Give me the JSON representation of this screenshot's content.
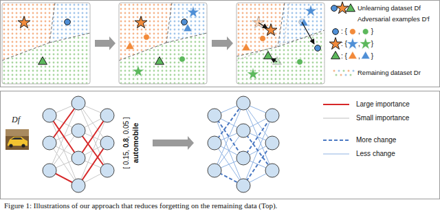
{
  "diagram": {
    "caption": "Figure 1: Illustrations of our approach that reduces forgetting on the remaining data (Top).",
    "labels": [
      ": {",
      ",",
      "}",
      ": {",
      ",",
      "}",
      ": {",
      ",",
      "}",
      "Df",
      "[ 0.15,",
      "0.8",
      ", 0.05 ]",
      "automobile"
    ],
    "legend": [
      {
        "text": "Unlearning dataset Df"
      },
      {
        "text": "Adversarial examples D′f"
      },
      {
        "text": "Remaining dataset Dr"
      },
      {
        "text": "Large importance"
      },
      {
        "text": "Small importance"
      },
      {
        "text": "More change"
      },
      {
        "text": "Less change"
      }
    ]
  }
}
